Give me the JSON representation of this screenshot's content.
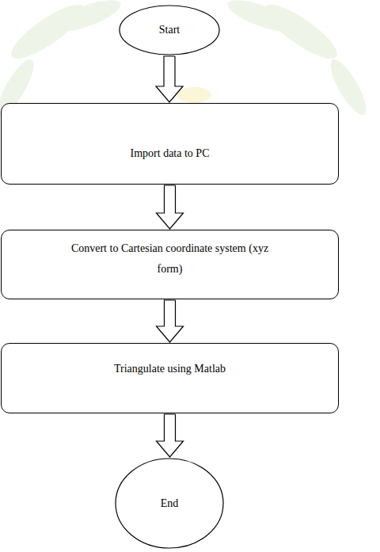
{
  "diagram": {
    "nodes": [
      {
        "text": [
          "Start"
        ]
      },
      {
        "text": [
          "Import data to PC"
        ]
      },
      {
        "text": [
          "Convert to Cartesian coordinate system (xyz form)"
        ]
      },
      {
        "text": [
          "Triangulate using Matlab"
        ]
      },
      {
        "text": [
          "End"
        ]
      }
    ],
    "edges": [
      {
        "from": 0,
        "to": 1,
        "arrow": "to"
      },
      {
        "from": 1,
        "to": 2,
        "arrow": "to"
      },
      {
        "from": 2,
        "to": 3,
        "arrow": "to"
      },
      {
        "from": 3,
        "to": 4,
        "arrow": "to"
      }
    ]
  }
}
